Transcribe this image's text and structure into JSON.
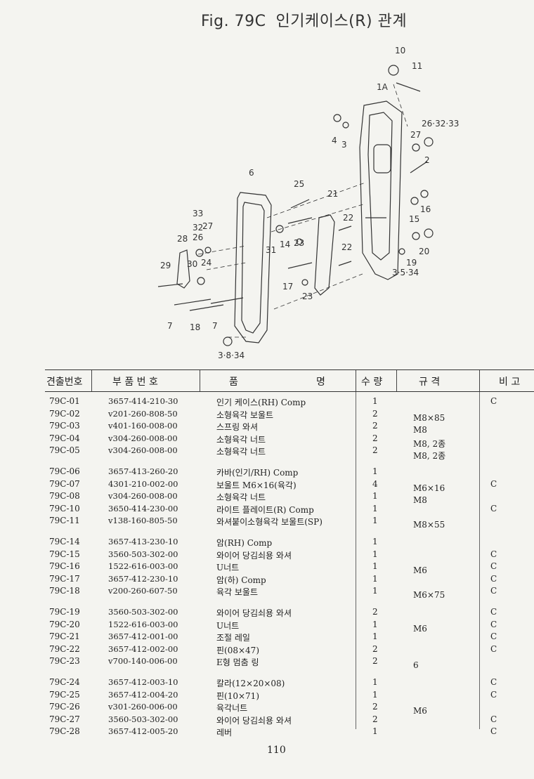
{
  "header": {
    "fig_label": "Fig. 79C",
    "fig_title": "인기케이스(R) 관계"
  },
  "diagram": {
    "callouts": [
      "10",
      "11",
      "1A",
      "26·32·33",
      "27",
      "2",
      "4",
      "3",
      "6",
      "25",
      "21",
      "16",
      "15",
      "33",
      "32",
      "27",
      "26",
      "28",
      "22",
      "14",
      "23",
      "31",
      "22",
      "20",
      "19",
      "3·5·34",
      "29",
      "30",
      "24",
      "17",
      "23",
      "7",
      "18",
      "7",
      "3·8·34"
    ]
  },
  "table": {
    "headers": {
      "col_no": "견출번호",
      "col_part": "부 품 번 호",
      "col_name_left": "품",
      "col_name_right": "명",
      "col_qty": "수 량",
      "col_spec": "규   격",
      "col_note": "비 고"
    },
    "rows": [
      {
        "no": "79C-01",
        "part": "3657-414-210-30",
        "name": "인기 케이스(RH) Comp",
        "qty": "1",
        "spec": "",
        "note": "C"
      },
      {
        "no": "79C-02",
        "part": "v201-260-808-50",
        "name": "소형육각 보울트",
        "qty": "2",
        "spec": "M8×85",
        "note": ""
      },
      {
        "no": "79C-03",
        "part": "v401-160-008-00",
        "name": "스프링 와셔",
        "qty": "2",
        "spec": "M8",
        "note": ""
      },
      {
        "no": "79C-04",
        "part": "v304-260-008-00",
        "name": "소형육각 너트",
        "qty": "2",
        "spec": "M8, 2종",
        "note": ""
      },
      {
        "no": "79C-05",
        "part": "v304-260-008-00",
        "name": "소형육각 너트",
        "qty": "2",
        "spec": "M8, 2종",
        "note": ""
      },
      {
        "no": "79C-06",
        "part": "3657-413-260-20",
        "name": "카바(인기/RH) Comp",
        "qty": "1",
        "spec": "",
        "note": ""
      },
      {
        "no": "79C-07",
        "part": "4301-210-002-00",
        "name": "보울트 M6×16(육각)",
        "qty": "4",
        "spec": "M6×16",
        "note": "C"
      },
      {
        "no": "79C-08",
        "part": "v304-260-008-00",
        "name": "소형육각 너트",
        "qty": "1",
        "spec": "M8",
        "note": ""
      },
      {
        "no": "79C-10",
        "part": "3650-414-230-00",
        "name": "라이트 플레이트(R) Comp",
        "qty": "1",
        "spec": "",
        "note": "C"
      },
      {
        "no": "79C-11",
        "part": "v138-160-805-50",
        "name": "와셔붙이소형육각 보울트(SP)",
        "qty": "1",
        "spec": "M8×55",
        "note": ""
      },
      {
        "no": "79C-14",
        "part": "3657-413-230-10",
        "name": "암(RH) Comp",
        "qty": "1",
        "spec": "",
        "note": ""
      },
      {
        "no": "79C-15",
        "part": "3560-503-302-00",
        "name": "와이어 당김쇠용 와셔",
        "qty": "1",
        "spec": "",
        "note": "C"
      },
      {
        "no": "79C-16",
        "part": "1522-616-003-00",
        "name": "U너트",
        "qty": "1",
        "spec": "M6",
        "note": "C"
      },
      {
        "no": "79C-17",
        "part": "3657-412-230-10",
        "name": "암(하) Comp",
        "qty": "1",
        "spec": "",
        "note": "C"
      },
      {
        "no": "79C-18",
        "part": "v200-260-607-50",
        "name": "육각 보울트",
        "qty": "1",
        "spec": "M6×75",
        "note": "C"
      },
      {
        "no": "79C-19",
        "part": "3560-503-302-00",
        "name": "와이어 당김쇠용 와셔",
        "qty": "2",
        "spec": "",
        "note": "C"
      },
      {
        "no": "79C-20",
        "part": "1522-616-003-00",
        "name": "U너트",
        "qty": "1",
        "spec": "M6",
        "note": "C"
      },
      {
        "no": "79C-21",
        "part": "3657-412-001-00",
        "name": "조절 레일",
        "qty": "1",
        "spec": "",
        "note": "C"
      },
      {
        "no": "79C-22",
        "part": "3657-412-002-00",
        "name": "핀(08×47)",
        "qty": "2",
        "spec": "",
        "note": "C"
      },
      {
        "no": "79C-23",
        "part": "v700-140-006-00",
        "name": "E형 멈춤 링",
        "qty": "2",
        "spec": "6",
        "note": ""
      },
      {
        "no": "79C-24",
        "part": "3657-412-003-10",
        "name": "칼라(12×20×08)",
        "qty": "1",
        "spec": "",
        "note": "C"
      },
      {
        "no": "79C-25",
        "part": "3657-412-004-20",
        "name": "핀(10×71)",
        "qty": "1",
        "spec": "",
        "note": "C"
      },
      {
        "no": "79C-26",
        "part": "v301-260-006-00",
        "name": "육각너트",
        "qty": "2",
        "spec": "M6",
        "note": ""
      },
      {
        "no": "79C-27",
        "part": "3560-503-302-00",
        "name": "와이어 당김쇠용 와셔",
        "qty": "2",
        "spec": "",
        "note": "C"
      },
      {
        "no": "79C-28",
        "part": "3657-412-005-20",
        "name": "레버",
        "qty": "1",
        "spec": "",
        "note": "C"
      }
    ]
  },
  "footer": {
    "page_number": "110"
  }
}
